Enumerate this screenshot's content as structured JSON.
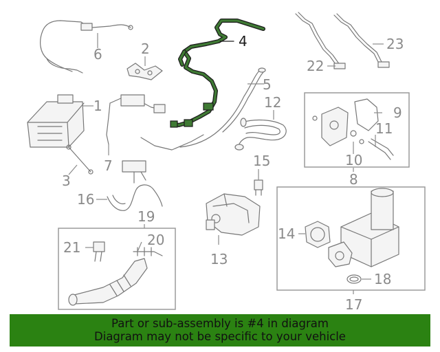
{
  "labels": {
    "l1": "1",
    "l2": "2",
    "l3": "3",
    "l4": "4",
    "l5": "5",
    "l6": "6",
    "l7": "7",
    "l8": "8",
    "l9": "9",
    "l10": "10",
    "l11": "11",
    "l12": "12",
    "l13": "13",
    "l14": "14",
    "l15": "15",
    "l16": "16",
    "l17": "17",
    "l18": "18",
    "l19": "19",
    "l20": "20",
    "l21": "21",
    "l22": "22",
    "l23": "23"
  },
  "highlight": {
    "part_number": "4",
    "color": "#3f7a34"
  },
  "banner": {
    "line1": "Part or sub-assembly is #4 in diagram",
    "line2": "Diagram may not be specific to your vehicle",
    "background": "#2b8212"
  }
}
